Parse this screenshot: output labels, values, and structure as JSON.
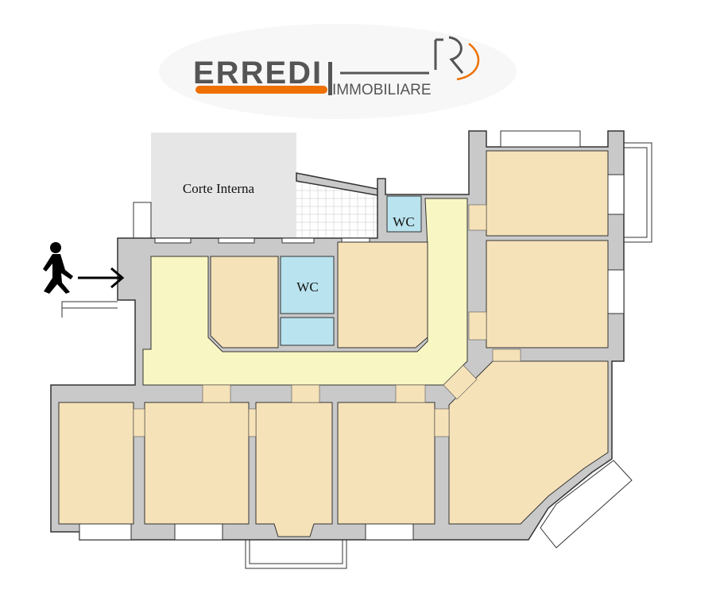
{
  "logo": {
    "name": "ERREDI",
    "subtitle": "IMMOBILIARE",
    "colors": {
      "gray": "#555555",
      "orange": "#ee7000"
    }
  },
  "plan": {
    "court_label": "Corte Interna",
    "wc_labels": [
      "WC",
      "WC"
    ],
    "entrance_icon": "walking-person-icon",
    "colors": {
      "room": "#f6e2b8",
      "corridor": "#f8f6c2",
      "wc": "#b9e3ee",
      "wall": "#c9c9c9",
      "court": "#e6e6e6"
    }
  }
}
